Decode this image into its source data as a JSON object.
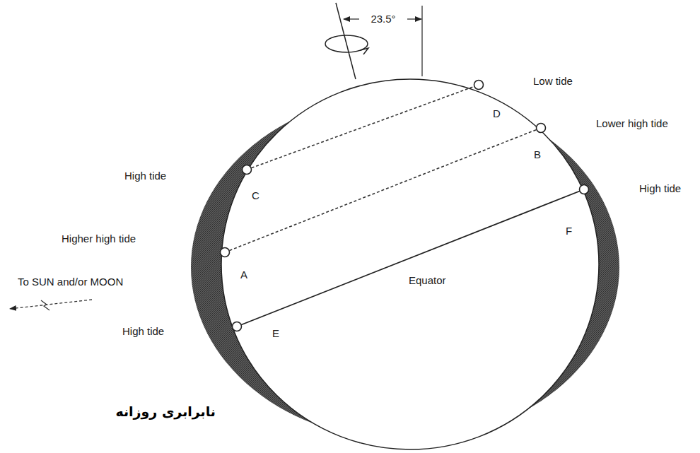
{
  "diagram": {
    "caption": "نابرابری روزانه",
    "labels": [
      "23.5°",
      "Low tide",
      "D",
      "Lower high tide",
      "B",
      "High tide",
      "C",
      "High tide",
      "F",
      "Higher high tide",
      "A",
      "To SUN and/or MOON",
      "Equator",
      "High tide",
      "E"
    ]
  }
}
